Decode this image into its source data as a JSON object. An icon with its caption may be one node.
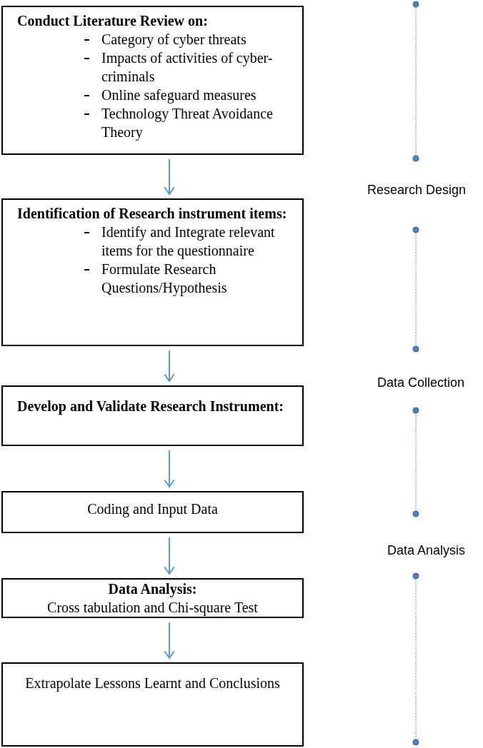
{
  "diagram": {
    "nodes": [
      {
        "text": [
          "Conduct Literature Review on:",
          "Category of cyber threats",
          "Impacts of activities of cyber-criminals",
          "Online safeguard measures",
          "Technology Threat Avoidance Theory"
        ]
      },
      {
        "text": [
          "Identification of Research instrument items:",
          "Identify and Integrate relevant items for the questionnaire",
          "Formulate Research Questions/Hypothesis"
        ]
      },
      {
        "text": [
          "Develop and Validate Research Instrument:"
        ]
      },
      {
        "text": [
          "Coding and Input Data"
        ]
      },
      {
        "text": [
          "Data Analysis:",
          "Cross tabulation and Chi-square Test"
        ]
      },
      {
        "text": [
          "Extrapolate Lessons Learnt and Conclusions"
        ]
      }
    ],
    "edges": [
      {
        "from": 0,
        "to": 1,
        "arrow": "to"
      },
      {
        "from": 1,
        "to": 2,
        "arrow": "to"
      },
      {
        "from": 2,
        "to": 3,
        "arrow": "to"
      },
      {
        "from": 3,
        "to": 4,
        "arrow": "to"
      },
      {
        "from": 4,
        "to": 5,
        "arrow": "to"
      }
    ],
    "labels": [
      "Research Design",
      "Data Collection",
      "Data Analysis"
    ]
  }
}
